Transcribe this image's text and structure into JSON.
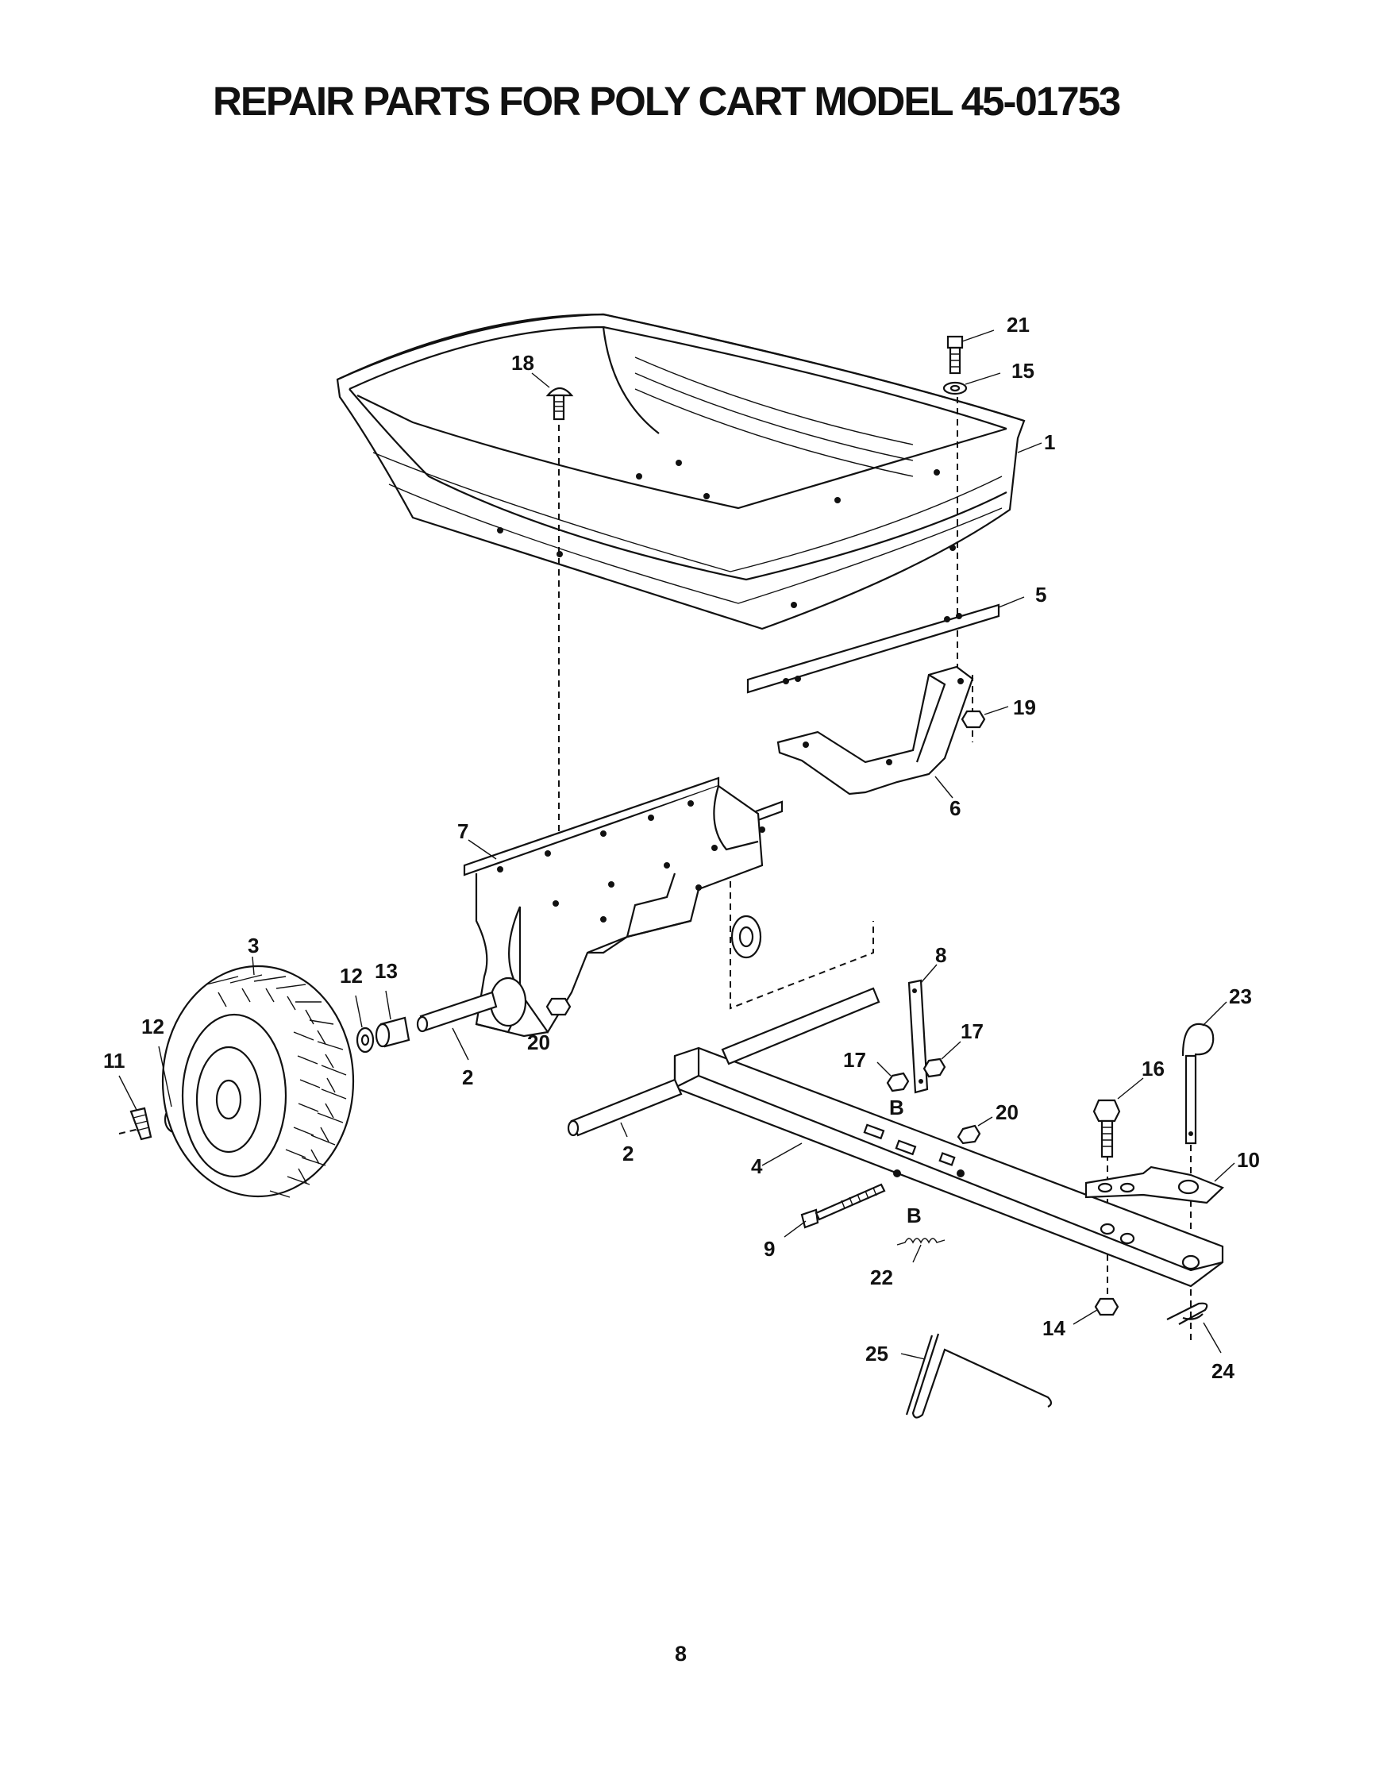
{
  "page": {
    "title": "REPAIR PARTS FOR POLY CART MODEL 45-01753",
    "page_number": "8"
  },
  "callouts": [
    {
      "key": "21",
      "text": "21"
    },
    {
      "key": "15",
      "text": "15"
    },
    {
      "key": "18",
      "text": "18"
    },
    {
      "key": "1",
      "text": "1"
    },
    {
      "key": "5",
      "text": "5"
    },
    {
      "key": "19",
      "text": "19"
    },
    {
      "key": "6",
      "text": "6"
    },
    {
      "key": "7",
      "text": "7"
    },
    {
      "key": "3",
      "text": "3"
    },
    {
      "key": "12a",
      "text": "12"
    },
    {
      "key": "13",
      "text": "13"
    },
    {
      "key": "12b",
      "text": "12"
    },
    {
      "key": "11",
      "text": "11"
    },
    {
      "key": "2a",
      "text": "2"
    },
    {
      "key": "20a",
      "text": "20"
    },
    {
      "key": "8",
      "text": "8"
    },
    {
      "key": "17a",
      "text": "17"
    },
    {
      "key": "17b",
      "text": "17"
    },
    {
      "key": "Ba",
      "text": "B"
    },
    {
      "key": "23",
      "text": "23"
    },
    {
      "key": "16",
      "text": "16"
    },
    {
      "key": "20b",
      "text": "20"
    },
    {
      "key": "2b",
      "text": "2"
    },
    {
      "key": "4",
      "text": "4"
    },
    {
      "key": "10",
      "text": "10"
    },
    {
      "key": "Bb",
      "text": "B"
    },
    {
      "key": "9",
      "text": "9"
    },
    {
      "key": "22",
      "text": "22"
    },
    {
      "key": "14",
      "text": "14"
    },
    {
      "key": "25",
      "text": "25"
    },
    {
      "key": "24",
      "text": "24"
    }
  ]
}
